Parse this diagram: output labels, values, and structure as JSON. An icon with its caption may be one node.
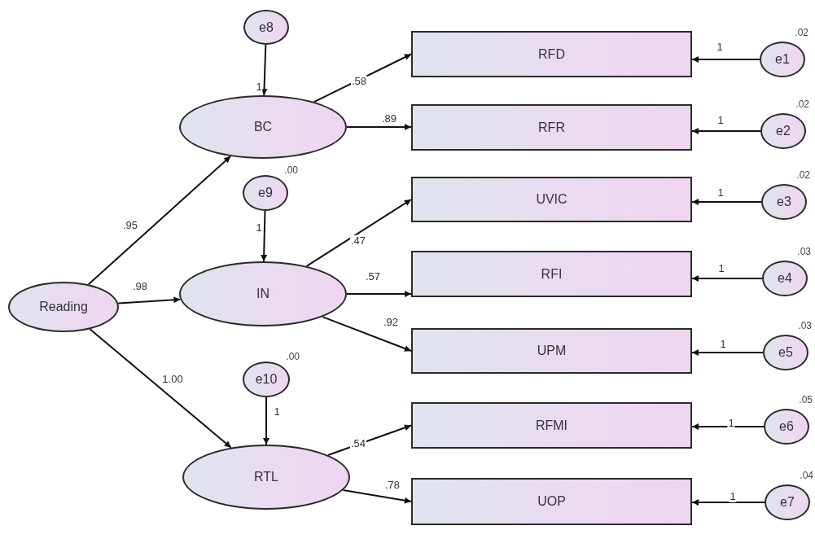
{
  "diagram": {
    "nodes": [
      {
        "text": [
          "e8"
        ]
      },
      {
        "text": [
          "BC"
        ]
      },
      {
        "text": [
          "e9"
        ],
        "beside": [
          ".00"
        ]
      },
      {
        "text": [
          "IN"
        ]
      },
      {
        "text": [
          "Reading"
        ]
      },
      {
        "text": [
          "e10"
        ],
        "beside": [
          ".00"
        ]
      },
      {
        "text": [
          "RTL"
        ]
      },
      {
        "text": [
          "RFD"
        ]
      },
      {
        "text": [
          "RFR"
        ]
      },
      {
        "text": [
          "UVIC"
        ]
      },
      {
        "text": [
          "RFI"
        ]
      },
      {
        "text": [
          "UPM"
        ]
      },
      {
        "text": [
          "RFMI"
        ]
      },
      {
        "text": [
          "UOP"
        ]
      },
      {
        "text": [
          "e1"
        ],
        "beside": [
          ".02"
        ]
      },
      {
        "text": [
          "e2"
        ],
        "beside": [
          ".02"
        ]
      },
      {
        "text": [
          "e3"
        ],
        "beside": [
          ".02"
        ]
      },
      {
        "text": [
          "e4"
        ],
        "beside": [
          ".03"
        ]
      },
      {
        "text": [
          "e5"
        ],
        "beside": [
          ".03"
        ]
      },
      {
        "text": [
          "e6"
        ],
        "beside": [
          ".05"
        ]
      },
      {
        "text": [
          "e7"
        ],
        "beside": [
          ".04"
        ]
      }
    ],
    "edges": [
      {
        "from": 0,
        "to": 1,
        "arrow": "to",
        "label": "1"
      },
      {
        "from": 2,
        "to": 3,
        "arrow": "to",
        "label": "1"
      },
      {
        "from": 5,
        "to": 6,
        "arrow": "to",
        "label": "1"
      },
      {
        "from": 4,
        "to": 1,
        "arrow": "to",
        "label": ".95"
      },
      {
        "from": 4,
        "to": 3,
        "arrow": "to",
        "label": ".98"
      },
      {
        "from": 4,
        "to": 6,
        "arrow": "to",
        "label": "1.00"
      },
      {
        "from": 1,
        "to": 7,
        "arrow": "to",
        "label": ".58"
      },
      {
        "from": 1,
        "to": 8,
        "arrow": "to",
        "label": ".89"
      },
      {
        "from": 3,
        "to": 9,
        "arrow": "to",
        "label": ".47"
      },
      {
        "from": 3,
        "to": 10,
        "arrow": "to",
        "label": ".57"
      },
      {
        "from": 3,
        "to": 11,
        "arrow": "to",
        "label": ".92"
      },
      {
        "from": 6,
        "to": 12,
        "arrow": "to",
        "label": ".54"
      },
      {
        "from": 6,
        "to": 13,
        "arrow": "to",
        "label": ".78"
      },
      {
        "from": 14,
        "to": 7,
        "arrow": "to",
        "label": "1"
      },
      {
        "from": 15,
        "to": 8,
        "arrow": "to",
        "label": "1"
      },
      {
        "from": 16,
        "to": 9,
        "arrow": "to",
        "label": "1"
      },
      {
        "from": 17,
        "to": 10,
        "arrow": "to",
        "label": "1"
      },
      {
        "from": 18,
        "to": 11,
        "arrow": "to",
        "label": "1"
      },
      {
        "from": 19,
        "to": 12,
        "arrow": "to",
        "label": "1"
      },
      {
        "from": 20,
        "to": 13,
        "arrow": "to",
        "label": "1"
      }
    ]
  }
}
